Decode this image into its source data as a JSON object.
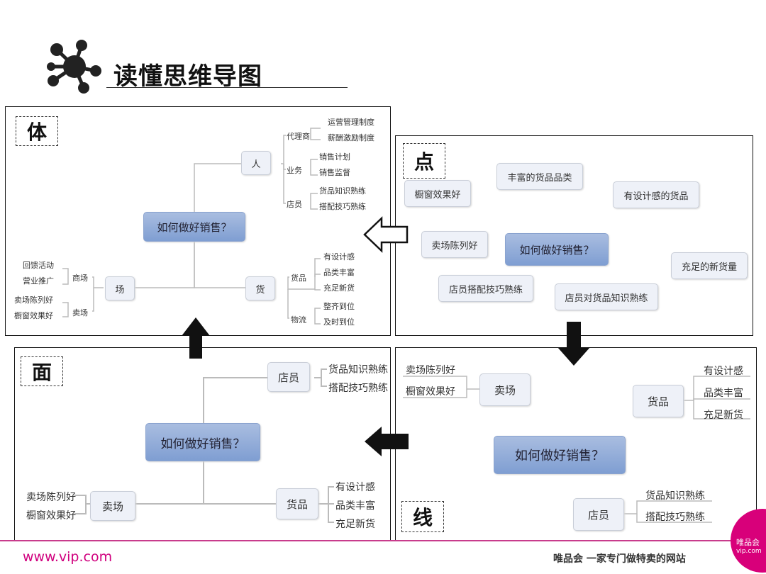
{
  "header": {
    "title": "读懂思维导图"
  },
  "tags": {
    "body": "体",
    "point": "点",
    "face": "面",
    "line": "线"
  },
  "center_label": "如何做好销售？",
  "panel_body": {
    "people": "人",
    "place": "场",
    "goods": "货",
    "agent": "代理商",
    "agent_items": [
      "运营管理制度",
      "薪酬激励制度"
    ],
    "business": "业务",
    "business_items": [
      "销售计划",
      "销售监督"
    ],
    "clerk": "店员",
    "clerk_items": [
      "货品知识熟练",
      "搭配技巧熟练"
    ],
    "goods_branch": "货品",
    "goods_items": [
      "有设计感",
      "品类丰富",
      "充足新货"
    ],
    "logistics": "物流",
    "logistics_items": [
      "整齐到位",
      "及时到位"
    ],
    "mall": "商场",
    "mall_items": [
      "回馈活动",
      "营业推广"
    ],
    "venue": "卖场",
    "venue_items": [
      "卖场陈列好",
      "橱窗效果好"
    ]
  },
  "panel_point": {
    "items": [
      "丰富的货品品类",
      "橱窗效果好",
      "有设计感的货品",
      "卖场陈列好",
      "充足的新货量",
      "店员搭配技巧熟练",
      "店员对货品知识熟练"
    ]
  },
  "panel_face": {
    "clerk": "店员",
    "clerk_items": [
      "货品知识熟练",
      "搭配技巧熟练"
    ],
    "venue": "卖场",
    "venue_items": [
      "卖场陈列好",
      "橱窗效果好"
    ],
    "goods": "货品",
    "goods_items": [
      "有设计感",
      "品类丰富",
      "充足新货"
    ]
  },
  "panel_line": {
    "venue": "卖场",
    "venue_items": [
      "卖场陈列好",
      "橱窗效果好"
    ],
    "goods": "货品",
    "goods_items": [
      "有设计感",
      "品类丰富",
      "充足新货"
    ],
    "clerk": "店员",
    "clerk_items": [
      "货品知识熟练",
      "搭配技巧熟练"
    ]
  },
  "footer": {
    "url": "www.vip.com",
    "slogan": "唯品会 一家专门做特卖的网站",
    "logo_text": "唯品会",
    "logo_sub": "vip.com"
  },
  "colors": {
    "brand": "#d0007e",
    "center_node": "#8eaad8",
    "node_bg": "#eef1f8"
  }
}
